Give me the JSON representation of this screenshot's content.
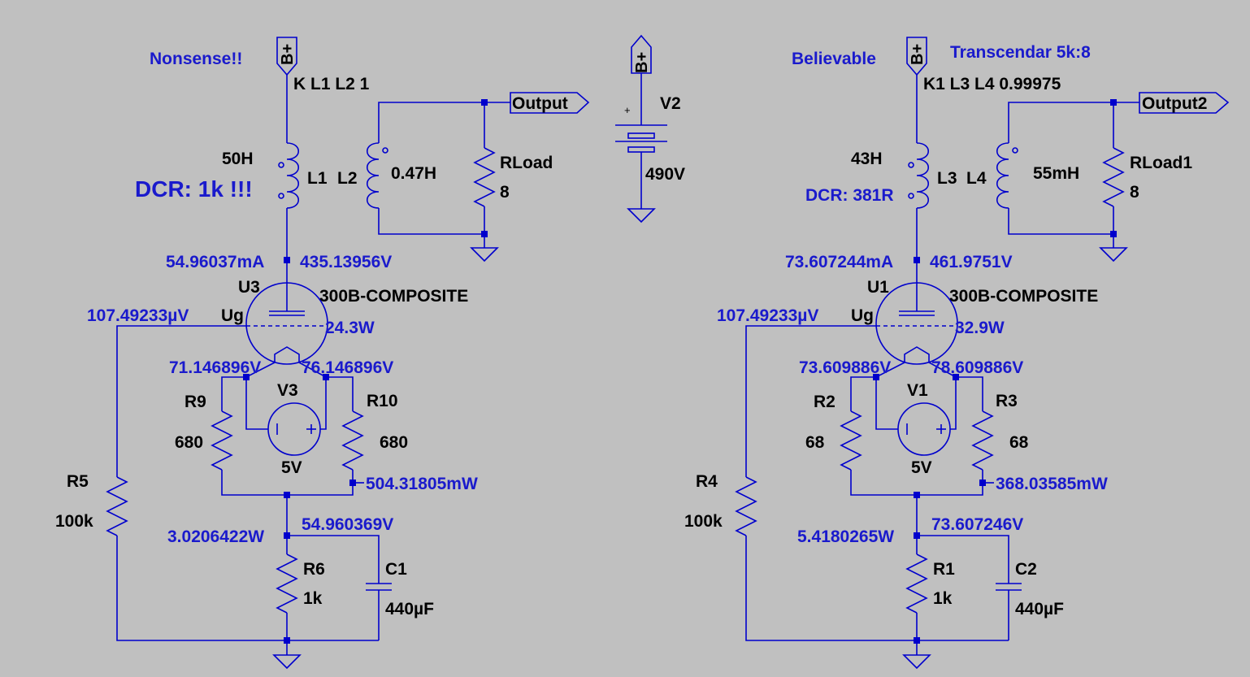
{
  "left": {
    "note": "Nonsense!!",
    "coupling": "K L1 L2 1",
    "primary_inductance": "50H",
    "dcr_note": "DCR: 1k !!!",
    "primary_name": "L1",
    "secondary_name": "L2",
    "secondary_inductance": "0.47H",
    "output_label": "Output",
    "load_name": "RLoad",
    "load_value": "8",
    "plate_current": "54.96037mA",
    "plate_voltage": "435.13956V",
    "tube_name": "U3",
    "tube_model": "300B-COMPOSITE",
    "grid_voltage": "107.49233µV",
    "grid_label": "Ug",
    "tube_power": "24.3W",
    "filament_left_v": "71.146896V",
    "filament_right_v": "76.146896V",
    "hum_r_left_name": "R9",
    "hum_r_left_value": "680",
    "hum_r_right_name": "R10",
    "hum_r_right_value": "680",
    "fil_source_name": "V3",
    "fil_source_value": "5V",
    "hum_r_power": "504.31805mW",
    "grid_r_name": "R5",
    "grid_r_value": "100k",
    "cathode_power": "3.0206422W",
    "cathode_voltage": "54.960369V",
    "cathode_r_name": "R6",
    "cathode_r_value": "1k",
    "cap_name": "C1",
    "cap_value": "440µF",
    "supply_label": "B+"
  },
  "supply": {
    "label": "B+",
    "name": "V2",
    "value": "490V",
    "plus": "+"
  },
  "right": {
    "note": "Believable",
    "transformer_note": "Transcendar 5k:8",
    "coupling": "K1 L3 L4 0.99975",
    "primary_inductance": "43H",
    "dcr_note": "DCR: 381R",
    "primary_name": "L3",
    "secondary_name": "L4",
    "secondary_inductance": "55mH",
    "output_label": "Output2",
    "load_name": "RLoad1",
    "load_value": "8",
    "plate_current": "73.607244mA",
    "plate_voltage": "461.9751V",
    "tube_name": "U1",
    "tube_model": "300B-COMPOSITE",
    "grid_voltage": "107.49233µV",
    "grid_label": "Ug",
    "tube_power": "32.9W",
    "filament_left_v": "73.609886V",
    "filament_right_v": "78.609886V",
    "hum_r_left_name": "R2",
    "hum_r_left_value": "68",
    "hum_r_right_name": "R3",
    "hum_r_right_value": "68",
    "fil_source_name": "V1",
    "fil_source_value": "5V",
    "hum_r_power": "368.03585mW",
    "grid_r_name": "R4",
    "grid_r_value": "100k",
    "cathode_power": "5.4180265W",
    "cathode_voltage": "73.607246V",
    "cathode_r_name": "R1",
    "cathode_r_value": "1k",
    "cap_name": "C2",
    "cap_value": "440µF",
    "supply_label": "B+"
  },
  "colors": {
    "background": "#c0c0c0",
    "wire": "#0000cc",
    "annotation": "#1a1acc",
    "label": "#000000"
  }
}
